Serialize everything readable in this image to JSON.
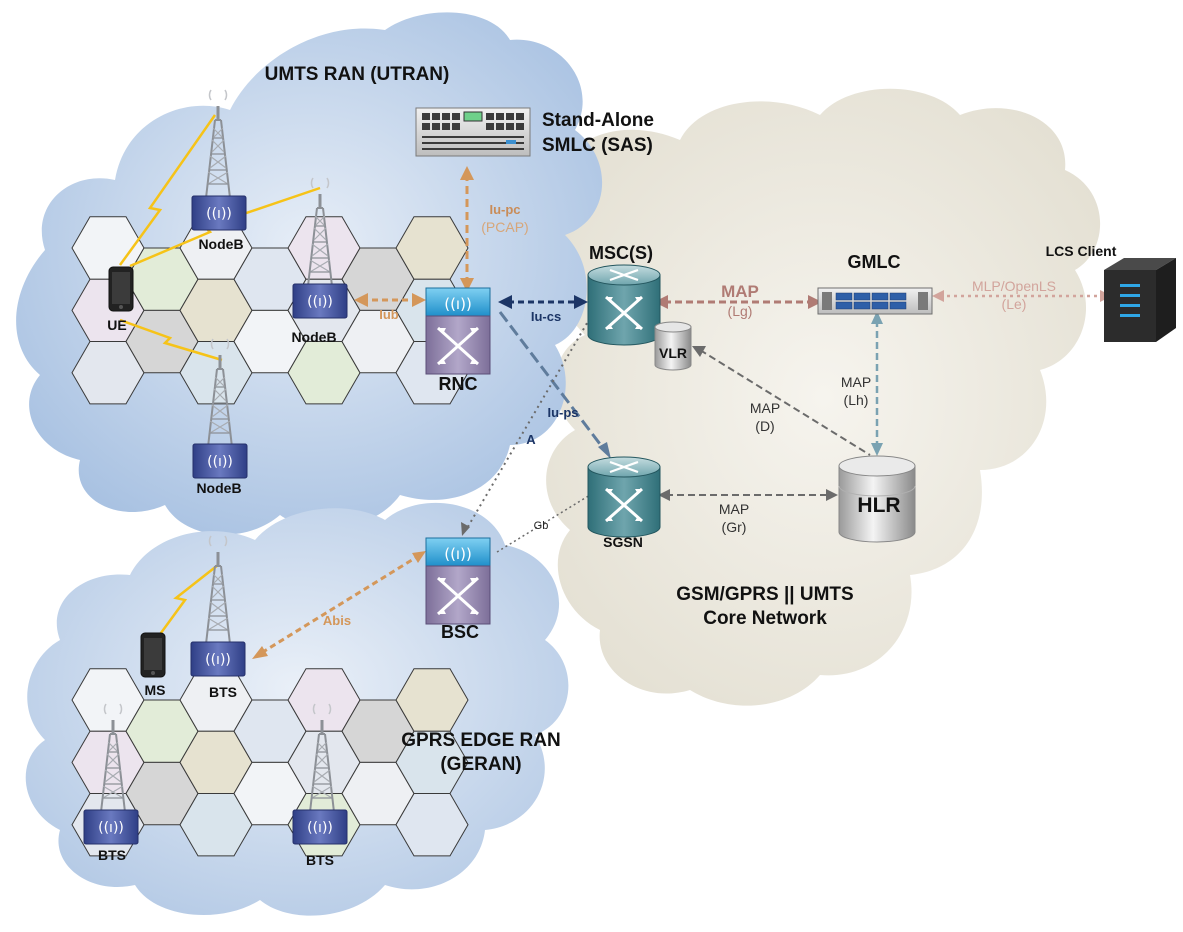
{
  "colors": {
    "utran_cloud": "#b9cde6",
    "core_cloud": "#ece9df",
    "geran_cloud": "#c3d3e8",
    "tan_link": "#d4975a",
    "navy_link": "#1c3566",
    "steelblue_link": "#5f7c9c",
    "grey_link": "#6b6b6b",
    "mauve_link": "#b07b74",
    "lightmauve_link": "#d2a49c",
    "teal_link": "#7aa2b2",
    "lightning": "#f6c318"
  },
  "regions": {
    "utran_title": "UMTS RAN (UTRAN)",
    "geran_title_1": "GPRS EDGE RAN",
    "geran_title_2": "(GERAN)",
    "core_title_1": "GSM/GPRS || UMTS",
    "core_title_2": "Core Network"
  },
  "nodes": {
    "sas_1": "Stand-Alone",
    "sas_2": "SMLC (SAS)",
    "rnc": "RNC",
    "bsc": "BSC",
    "msc": "MSC(S)",
    "vlr": "VLR",
    "sgsn": "SGSN",
    "hlr": "HLR",
    "gmlc": "GMLC",
    "lcs_client": "LCS Client",
    "ue": "UE",
    "ms": "MS",
    "nodeb_top": "NodeB",
    "nodeb_right": "NodeB",
    "nodeb_bottom": "NodeB",
    "bts_top": "BTS",
    "bts_left": "BTS",
    "bts_right": "BTS"
  },
  "links": {
    "iupc_1": "Iu-pc",
    "iupc_2": "(PCAP)",
    "iub": "Iub",
    "iucs": "Iu-cs",
    "iups": "Iu-ps",
    "a": "A",
    "gb": "Gb",
    "abis": "Abis",
    "map_lg_1": "MAP",
    "map_lg_2": "(Lg)",
    "mlp_1": "MLP/OpenLS",
    "mlp_2": "(Le)",
    "map_lh_1": "MAP",
    "map_lh_2": "(Lh)",
    "map_d_1": "MAP",
    "map_d_2": "(D)",
    "map_gr_1": "MAP",
    "map_gr_2": "(Gr)"
  },
  "icons": {
    "router": "router-icon",
    "rnc_bsc": "rnc-controller-icon",
    "tower": "antenna-tower-icon",
    "phone": "mobile-phone-icon",
    "database": "database-icon",
    "server": "rack-server-icon",
    "tower_server": "tower-server-icon"
  }
}
